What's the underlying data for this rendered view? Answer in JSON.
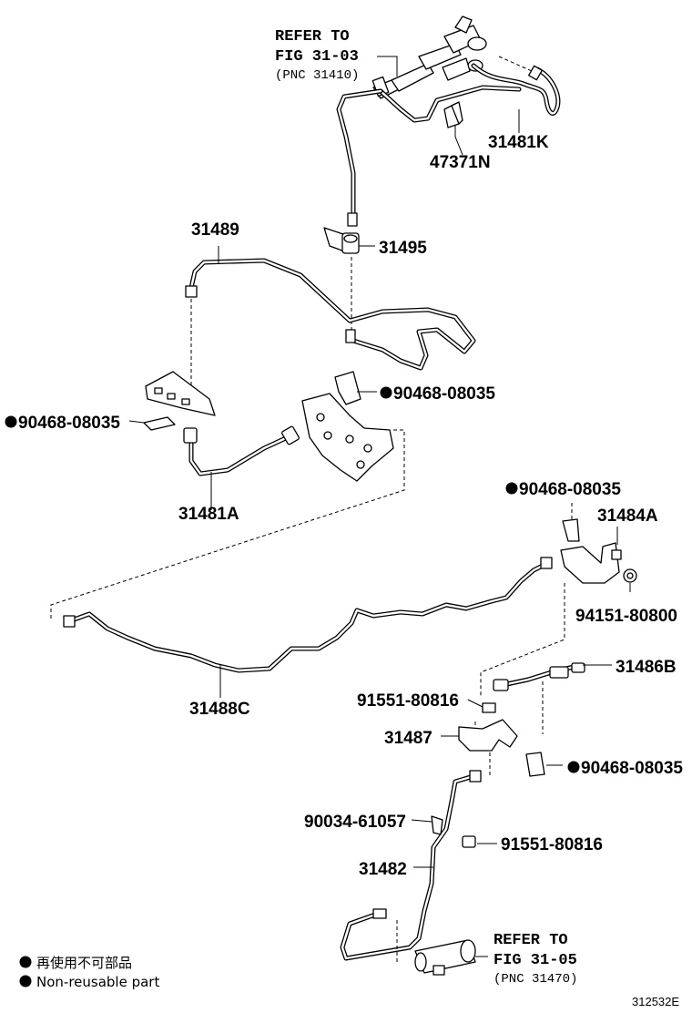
{
  "labels": {
    "ref_top_line1": "REFER TO",
    "ref_top_line2": "FIG 31-03",
    "ref_top_line3": "(PNC 31410)",
    "p31481K": "31481K",
    "p47371N": "47371N",
    "p31489": "31489",
    "p31495": "31495",
    "clip_a": "90468-08035",
    "clip_b": "90468-08035",
    "p31481A": "31481A",
    "clip_c": "90468-08035",
    "p31484A": "31484A",
    "p94151": "94151-80800",
    "p31486B": "31486B",
    "p91551_top": "91551-80816",
    "p31488C": "31488C",
    "p31487": "31487",
    "clip_d": "90468-08035",
    "p90034": "90034-61057",
    "p91551_bottom": "91551-80816",
    "p31482": "31482",
    "ref_bot_line1": "REFER TO",
    "ref_bot_line2": "FIG 31-05",
    "ref_bot_line3": "(PNC 31470)"
  },
  "legend": {
    "line1": "再使用不可部品",
    "line2": "Non-reusable part"
  },
  "figure_code": "312532E",
  "colors": {
    "ink": "#000000",
    "paper": "#ffffff"
  }
}
